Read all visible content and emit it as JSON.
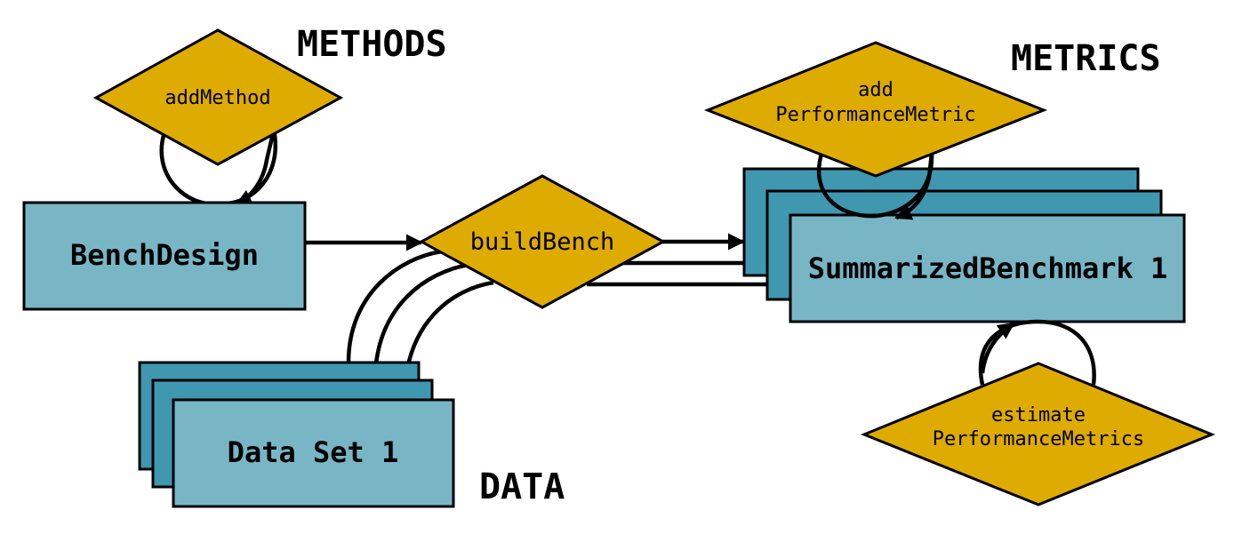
{
  "headings": {
    "methods": "METHODS",
    "metrics": "METRICS",
    "data": "DATA"
  },
  "boxes": {
    "bench_design": "BenchDesign",
    "data_set": "Data Set 1",
    "summarized_benchmark": "SummarizedBenchmark 1"
  },
  "operations": {
    "add_method": "addMethod",
    "build_bench": "buildBench",
    "add_metric": [
      "add",
      "PerformanceMetric"
    ],
    "estimate_metrics": [
      "estimate",
      "PerformanceMetrics"
    ]
  },
  "colors": {
    "box_back": "#3f97b0",
    "box_front": "#78b6c6",
    "operation": "#deac00",
    "stroke": "#000000"
  }
}
